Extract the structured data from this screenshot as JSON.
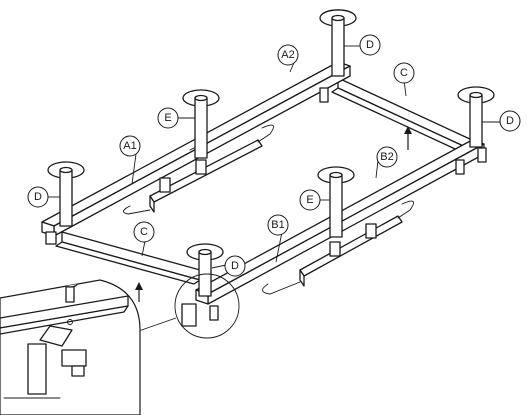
{
  "callouts": [
    {
      "id": "A1",
      "label": "A1"
    },
    {
      "id": "A2",
      "label": "A2"
    },
    {
      "id": "B1",
      "label": "B1"
    },
    {
      "id": "B2",
      "label": "B2"
    },
    {
      "id": "C-front",
      "label": "C"
    },
    {
      "id": "C-back",
      "label": "C"
    },
    {
      "id": "D-top",
      "label": "D"
    },
    {
      "id": "D-right",
      "label": "D"
    },
    {
      "id": "D-left",
      "label": "D"
    },
    {
      "id": "D-front",
      "label": "D"
    },
    {
      "id": "E-left",
      "label": "E"
    },
    {
      "id": "E-right",
      "label": "E"
    }
  ],
  "line_color": "#1a1a1a"
}
